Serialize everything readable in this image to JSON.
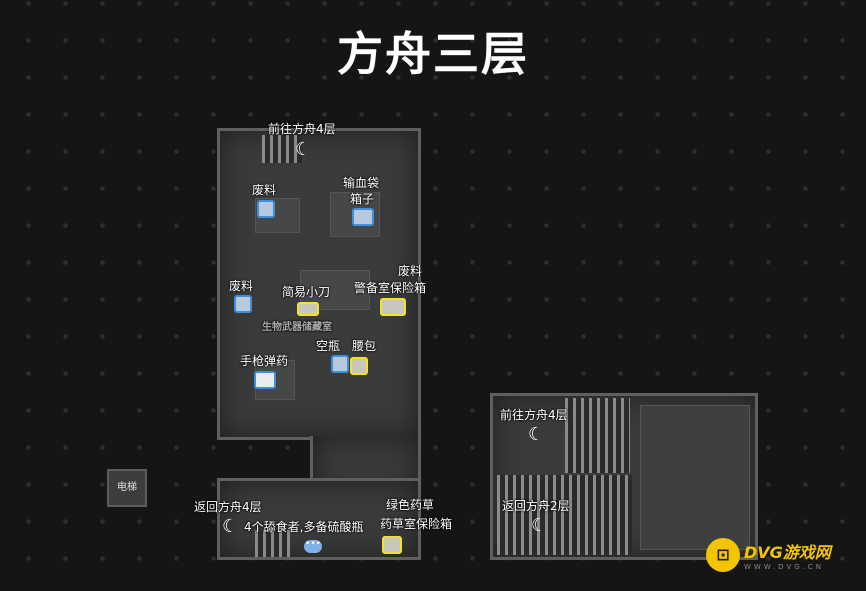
{
  "title": "方舟三层",
  "elevator": "电梯",
  "area_label": "生物武器储藏室",
  "labels": {
    "to4_top": "前往方舟4层",
    "scrap1": "废料",
    "blood_bag": "输血袋",
    "box": "箱子",
    "scrap2": "废料",
    "knife": "简易小刀",
    "guard_safe": "警备室保险箱",
    "scrap3": "废料",
    "empty_bottle": "空瓶",
    "pouch": "腰包",
    "handgun_ammo": "手枪弹药",
    "to4_right": "前往方舟4层",
    "back2": "返回方舟2层",
    "back4": "返回方舟4层",
    "lickers": "4个舔食者,多备硫酸瓶",
    "green_herb": "绿色药草",
    "herb_safe": "药草室保险箱"
  },
  "logo": {
    "name": "DVG游戏网",
    "url_text": "WWW.DVG.CN",
    "mark": "⊡"
  }
}
